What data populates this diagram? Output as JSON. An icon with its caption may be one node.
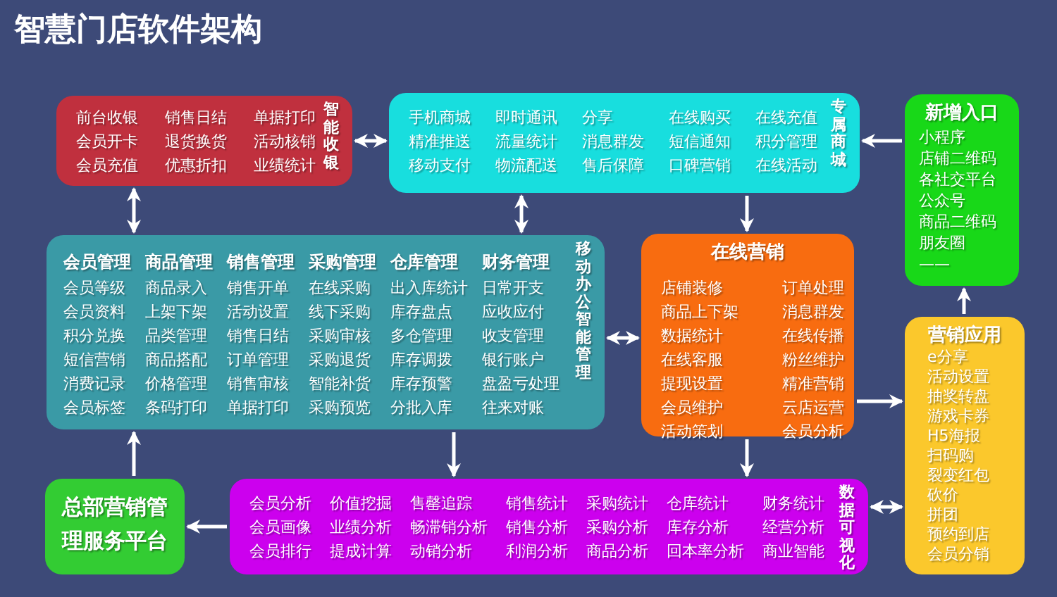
{
  "diagram": {
    "title": "智慧门店软件架构",
    "nodes": [
      {
        "text": [
          "智能收银",
          "前台收银",
          "销售日结",
          "单据打印",
          "会员开卡",
          "退货换货",
          "活动核销",
          "会员充值",
          "优惠折扣",
          "业绩统计"
        ]
      },
      {
        "text": [
          "专属商城",
          "手机商城",
          "即时通讯",
          "分享",
          "在线购买",
          "在线充值",
          "精准推送",
          "流量统计",
          "消息群发",
          "短信通知",
          "积分管理",
          "移动支付",
          "物流配送",
          "售后保障",
          "口碑营销",
          "在线活动"
        ]
      },
      {
        "text": [
          "新增入口",
          "小程序",
          "店铺二维码",
          "各社交平台",
          "公众号",
          "商品二维码",
          "朋友圈",
          "——"
        ]
      },
      {
        "text": [
          "移动办公智能管理",
          "会员管理",
          "会员等级",
          "会员资料",
          "积分兑换",
          "短信营销",
          "消费记录",
          "会员标签",
          "商品管理",
          "商品录入",
          "上架下架",
          "品类管理",
          "商品搭配",
          "价格管理",
          "条码打印",
          "销售管理",
          "销售开单",
          "活动设置",
          "销售日结",
          "订单管理",
          "销售审核",
          "单据打印",
          "采购管理",
          "在线采购",
          "线下采购",
          "采购审核",
          "采购退货",
          "智能补货",
          "采购预览",
          "仓库管理",
          "出入库统计",
          "库存盘点",
          "多仓管理",
          "库存调拨",
          "库存预警",
          "分批入库",
          "财务管理",
          "日常开支",
          "应收应付",
          "收支管理",
          "银行账户",
          "盘盈亏处理",
          "往来对账"
        ]
      },
      {
        "text": [
          "在线营销",
          "店铺装修",
          "商品上下架",
          "数据统计",
          "在线客服",
          "提现设置",
          "会员维护",
          "活动策划",
          "订单处理",
          "消息群发",
          "在线传播",
          "粉丝维护",
          "精准营销",
          "云店运营",
          "会员分析"
        ]
      },
      {
        "text": [
          "营销应用",
          "e分享",
          "活动设置",
          "抽奖转盘",
          "游戏卡券",
          "H5海报",
          "扫码购",
          "裂变红包",
          "砍价",
          "拼团",
          "预约到店",
          "会员分销"
        ]
      },
      {
        "text": [
          "总部营销管理服务平台"
        ]
      },
      {
        "text": [
          "数据可视化",
          "会员分析",
          "价值挖掘",
          "售罄追踪",
          "销售统计",
          "采购统计",
          "仓库统计",
          "财务统计",
          "会员画像",
          "业绩分析",
          "畅滞销分析",
          "销售分析",
          "采购分析",
          "库存分析",
          "经营分析",
          "会员排行",
          "提成计算",
          "动销分析",
          "利润分析",
          "商品分析",
          "回本率分析",
          "商业智能"
        ]
      }
    ],
    "edges": [
      {
        "from": 0,
        "to": 1,
        "arrow": "both"
      },
      {
        "from": 0,
        "to": 3,
        "arrow": "both"
      },
      {
        "from": 1,
        "to": 3,
        "arrow": "both"
      },
      {
        "from": 2,
        "to": 1,
        "arrow": "to"
      },
      {
        "from": 1,
        "to": 4,
        "arrow": "to"
      },
      {
        "from": 3,
        "to": 4,
        "arrow": "both"
      },
      {
        "from": 4,
        "to": 5,
        "arrow": "to"
      },
      {
        "from": 5,
        "to": 2,
        "arrow": "to"
      },
      {
        "from": 7,
        "to": 5,
        "arrow": "both"
      },
      {
        "from": 3,
        "to": 7,
        "arrow": "to"
      },
      {
        "from": 4,
        "to": 7,
        "arrow": "to"
      },
      {
        "from": 7,
        "to": 6,
        "arrow": "to"
      },
      {
        "from": 6,
        "to": 3,
        "arrow": "to"
      }
    ]
  }
}
